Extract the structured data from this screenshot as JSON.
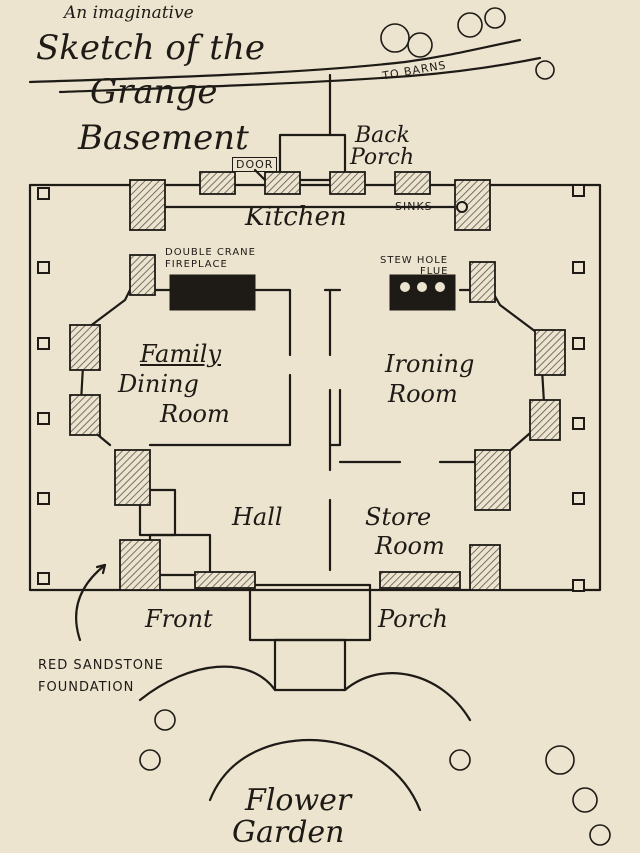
{
  "title": {
    "line1": "An imaginative",
    "line2": "Sketch of the",
    "line3": "Grange",
    "line4": "Basement"
  },
  "labels": {
    "to_barns": "TO BARNS",
    "back_porch_1": "Back",
    "back_porch_2": "Porch",
    "door": "DOOR",
    "sinks": "SINKS",
    "kitchen": "Kitchen",
    "fireplace_1": "DOUBLE CRANE",
    "fireplace_2": "FIREPLACE",
    "flue_1": "STEW HOLE",
    "flue_2": "FLUE",
    "family_1": "Family",
    "family_2": "Dining",
    "family_3": "Room",
    "ironing_1": "Ironing",
    "ironing_2": "Room",
    "hall": "Hall",
    "store_1": "Store",
    "store_2": "Room",
    "front": "Front",
    "porch": "Porch",
    "foundation_1": "RED SANDSTONE",
    "foundation_2": "FOUNDATION",
    "garden_1": "Flower",
    "garden_2": "Garden"
  },
  "colors": {
    "paper": "#ece4cf",
    "ink": "#1e1a16",
    "hatch": "#8a8478"
  }
}
